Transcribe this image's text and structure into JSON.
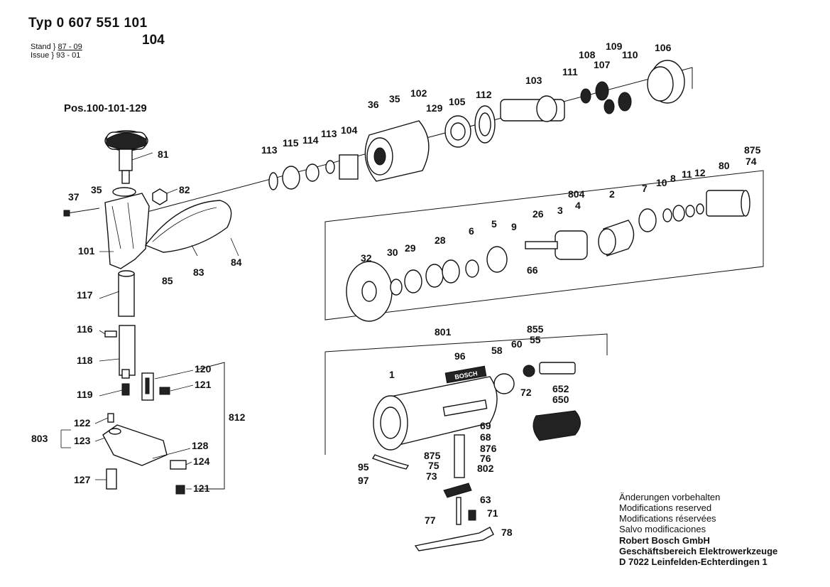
{
  "header": {
    "typ": "Typ  0 607 551 101",
    "sub": "104",
    "stand_label": "Stand",
    "stand_value": "87 - 09",
    "issue_label": "Issue",
    "issue_value": "93 - 01"
  },
  "pos_title": "Pos.100-101-129",
  "notes": [
    "Änderungen vorbehalten",
    "Modifications reserved",
    "Modifications réservées",
    "Salvo modificaciones"
  ],
  "company": [
    "Robert Bosch GmbH",
    "Geschäftsbereich Elektrowerkzeuge",
    "D 7022 Leinfelden-Echterdingen 1"
  ],
  "brand_label": "BOSCH",
  "part_labels": [
    "81",
    "82",
    "37",
    "35",
    "101",
    "83",
    "84",
    "85",
    "117",
    "116",
    "118",
    "119",
    "120",
    "121",
    "812",
    "803",
    "122",
    "123",
    "128",
    "124",
    "127",
    "121",
    "113",
    "115",
    "114",
    "113",
    "104",
    "36",
    "35",
    "102",
    "129",
    "105",
    "112",
    "103",
    "111",
    "108",
    "107",
    "109",
    "110",
    "106",
    "875",
    "74",
    "80",
    "804",
    "4",
    "3",
    "2",
    "7",
    "10",
    "8",
    "11",
    "12",
    "32",
    "30",
    "29",
    "28",
    "6",
    "5",
    "9",
    "26",
    "66",
    "801",
    "96",
    "58",
    "60",
    "855",
    "55",
    "1",
    "652",
    "72",
    "650",
    "69",
    "68",
    "875",
    "75",
    "876",
    "76",
    "802",
    "73",
    "95",
    "97",
    "63",
    "71",
    "77",
    "78"
  ]
}
